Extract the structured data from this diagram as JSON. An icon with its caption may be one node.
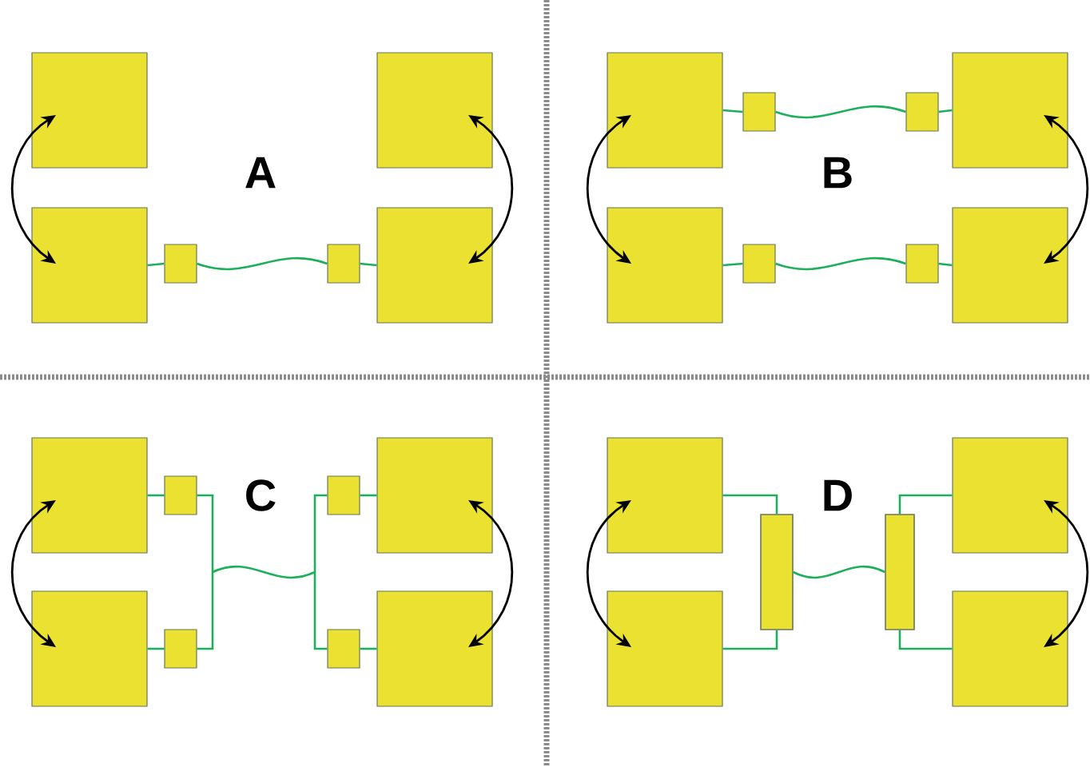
{
  "diagram": {
    "nodes": [
      {
        "text": [],
        "shape": "box"
      },
      {
        "text": [],
        "shape": "box"
      },
      {
        "text": [],
        "shape": "box"
      },
      {
        "text": [],
        "shape": "box"
      },
      {
        "text": [],
        "shape": "box"
      },
      {
        "text": [],
        "shape": "box"
      },
      {
        "text": [],
        "shape": "box"
      },
      {
        "text": [],
        "shape": "box"
      },
      {
        "text": [],
        "shape": "box"
      },
      {
        "text": [],
        "shape": "box"
      },
      {
        "text": [],
        "shape": "box"
      },
      {
        "text": [],
        "shape": "box"
      },
      {
        "text": [],
        "shape": "box"
      },
      {
        "text": [],
        "shape": "box"
      },
      {
        "text": [],
        "shape": "box"
      },
      {
        "text": [],
        "shape": "box"
      },
      {
        "text": [],
        "shape": "box"
      },
      {
        "text": [],
        "shape": "box"
      },
      {
        "text": [],
        "shape": "box"
      },
      {
        "text": [],
        "shape": "box"
      },
      {
        "text": [],
        "shape": "box"
      },
      {
        "text": [],
        "shape": "box"
      },
      {
        "text": [],
        "shape": "box"
      },
      {
        "text": [],
        "shape": "box"
      },
      {
        "text": [],
        "shape": "bar"
      },
      {
        "text": [],
        "shape": "bar"
      },
      {
        "text": [],
        "shape": "box"
      },
      {
        "text": [],
        "shape": "box"
      }
    ],
    "edges": [
      {
        "from": 0,
        "to": 2,
        "arrow": "both",
        "color": "#000000"
      },
      {
        "from": 1,
        "to": 5,
        "arrow": "both",
        "color": "#000000"
      },
      {
        "from": 2,
        "to": 3,
        "arrow": "none"
      },
      {
        "from": 3,
        "to": 4,
        "arrow": "none"
      },
      {
        "from": 4,
        "to": 5,
        "arrow": "none"
      },
      {
        "from": 6,
        "to": 10,
        "arrow": "both",
        "color": "#000000"
      },
      {
        "from": 9,
        "to": 13,
        "arrow": "both",
        "color": "#000000"
      },
      {
        "from": 6,
        "to": 7,
        "arrow": "none"
      },
      {
        "from": 7,
        "to": 8,
        "arrow": "none"
      },
      {
        "from": 8,
        "to": 9,
        "arrow": "none"
      },
      {
        "from": 10,
        "to": 11,
        "arrow": "none"
      },
      {
        "from": 11,
        "to": 12,
        "arrow": "none"
      },
      {
        "from": 12,
        "to": 13,
        "arrow": "none"
      },
      {
        "from": 14,
        "to": 18,
        "arrow": "both",
        "color": "#000000"
      },
      {
        "from": 17,
        "to": 21,
        "arrow": "both",
        "color": "#000000"
      },
      {
        "from": 14,
        "to": 15,
        "arrow": "none"
      },
      {
        "from": 18,
        "to": 19,
        "arrow": "none"
      },
      {
        "from": 15,
        "to": 16,
        "arrow": "none"
      },
      {
        "from": 15,
        "to": 20,
        "arrow": "none"
      },
      {
        "from": 19,
        "to": 16,
        "arrow": "none"
      },
      {
        "from": 19,
        "to": 20,
        "arrow": "none"
      },
      {
        "from": 16,
        "to": 17,
        "arrow": "none"
      },
      {
        "from": 20,
        "to": 21,
        "arrow": "none"
      },
      {
        "from": 22,
        "to": 26,
        "arrow": "both",
        "color": "#000000"
      },
      {
        "from": 23,
        "to": 27,
        "arrow": "both",
        "color": "#000000"
      },
      {
        "from": 22,
        "to": 24,
        "arrow": "none"
      },
      {
        "from": 26,
        "to": 24,
        "arrow": "none"
      },
      {
        "from": 24,
        "to": 25,
        "arrow": "none"
      },
      {
        "from": 25,
        "to": 23,
        "arrow": "none"
      },
      {
        "from": 25,
        "to": 27,
        "arrow": "none"
      }
    ],
    "labels": [
      "A",
      "B",
      "C",
      "D"
    ]
  }
}
